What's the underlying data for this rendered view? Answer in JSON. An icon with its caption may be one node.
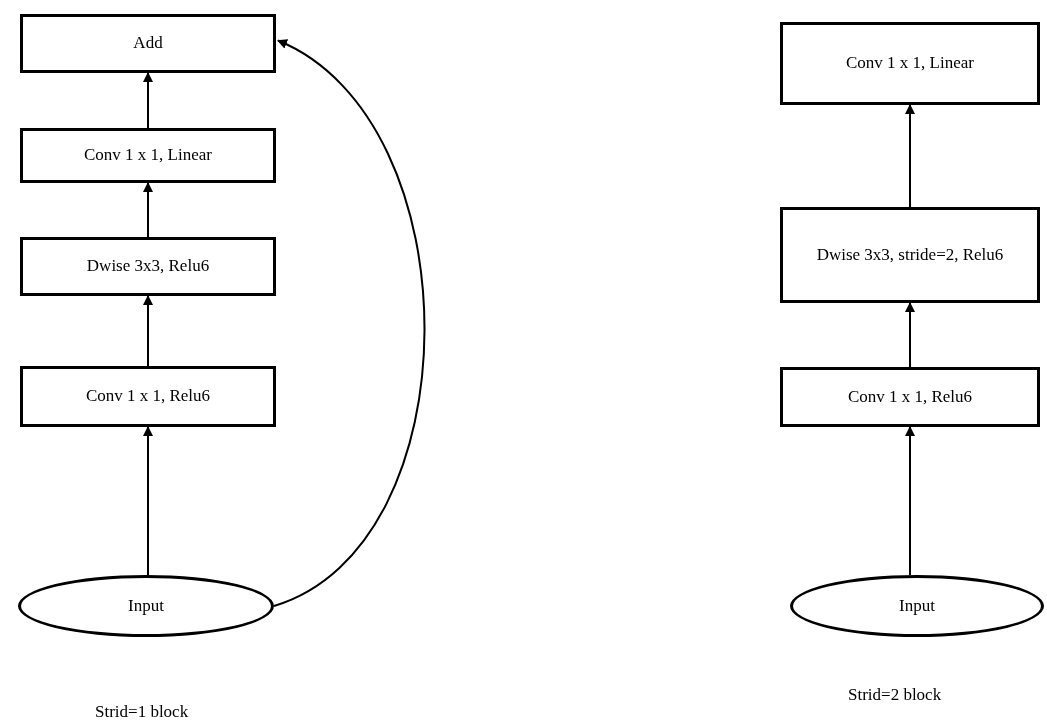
{
  "diagram": {
    "nodes": [
      {
        "text": [
          "Add"
        ]
      },
      {
        "text": [
          "Conv 1 x 1, Linear"
        ]
      },
      {
        "text": [
          "Dwise 3x3, Relu6"
        ]
      },
      {
        "text": [
          "Conv 1 x 1, Relu6"
        ]
      },
      {
        "text": [
          "Input"
        ]
      },
      {
        "text": [
          "Conv 1 x 1, Linear"
        ]
      },
      {
        "text": [
          "Dwise 3x3, stride=2, Relu6"
        ]
      },
      {
        "text": [
          "Conv 1 x 1, Relu6"
        ]
      },
      {
        "text": [
          "Input"
        ]
      }
    ],
    "edges": [
      {
        "from": 4,
        "to": 3,
        "arrow": "to"
      },
      {
        "from": 3,
        "to": 2,
        "arrow": "to"
      },
      {
        "from": 2,
        "to": 1,
        "arrow": "to"
      },
      {
        "from": 1,
        "to": 0,
        "arrow": "to"
      },
      {
        "from": 4,
        "to": 0,
        "arrow": "to"
      },
      {
        "from": 8,
        "to": 7,
        "arrow": "to"
      },
      {
        "from": 7,
        "to": 6,
        "arrow": "to"
      },
      {
        "from": 6,
        "to": 5,
        "arrow": "to"
      }
    ],
    "labels": [
      "Strid=2 block",
      "Strid=1 block"
    ]
  }
}
